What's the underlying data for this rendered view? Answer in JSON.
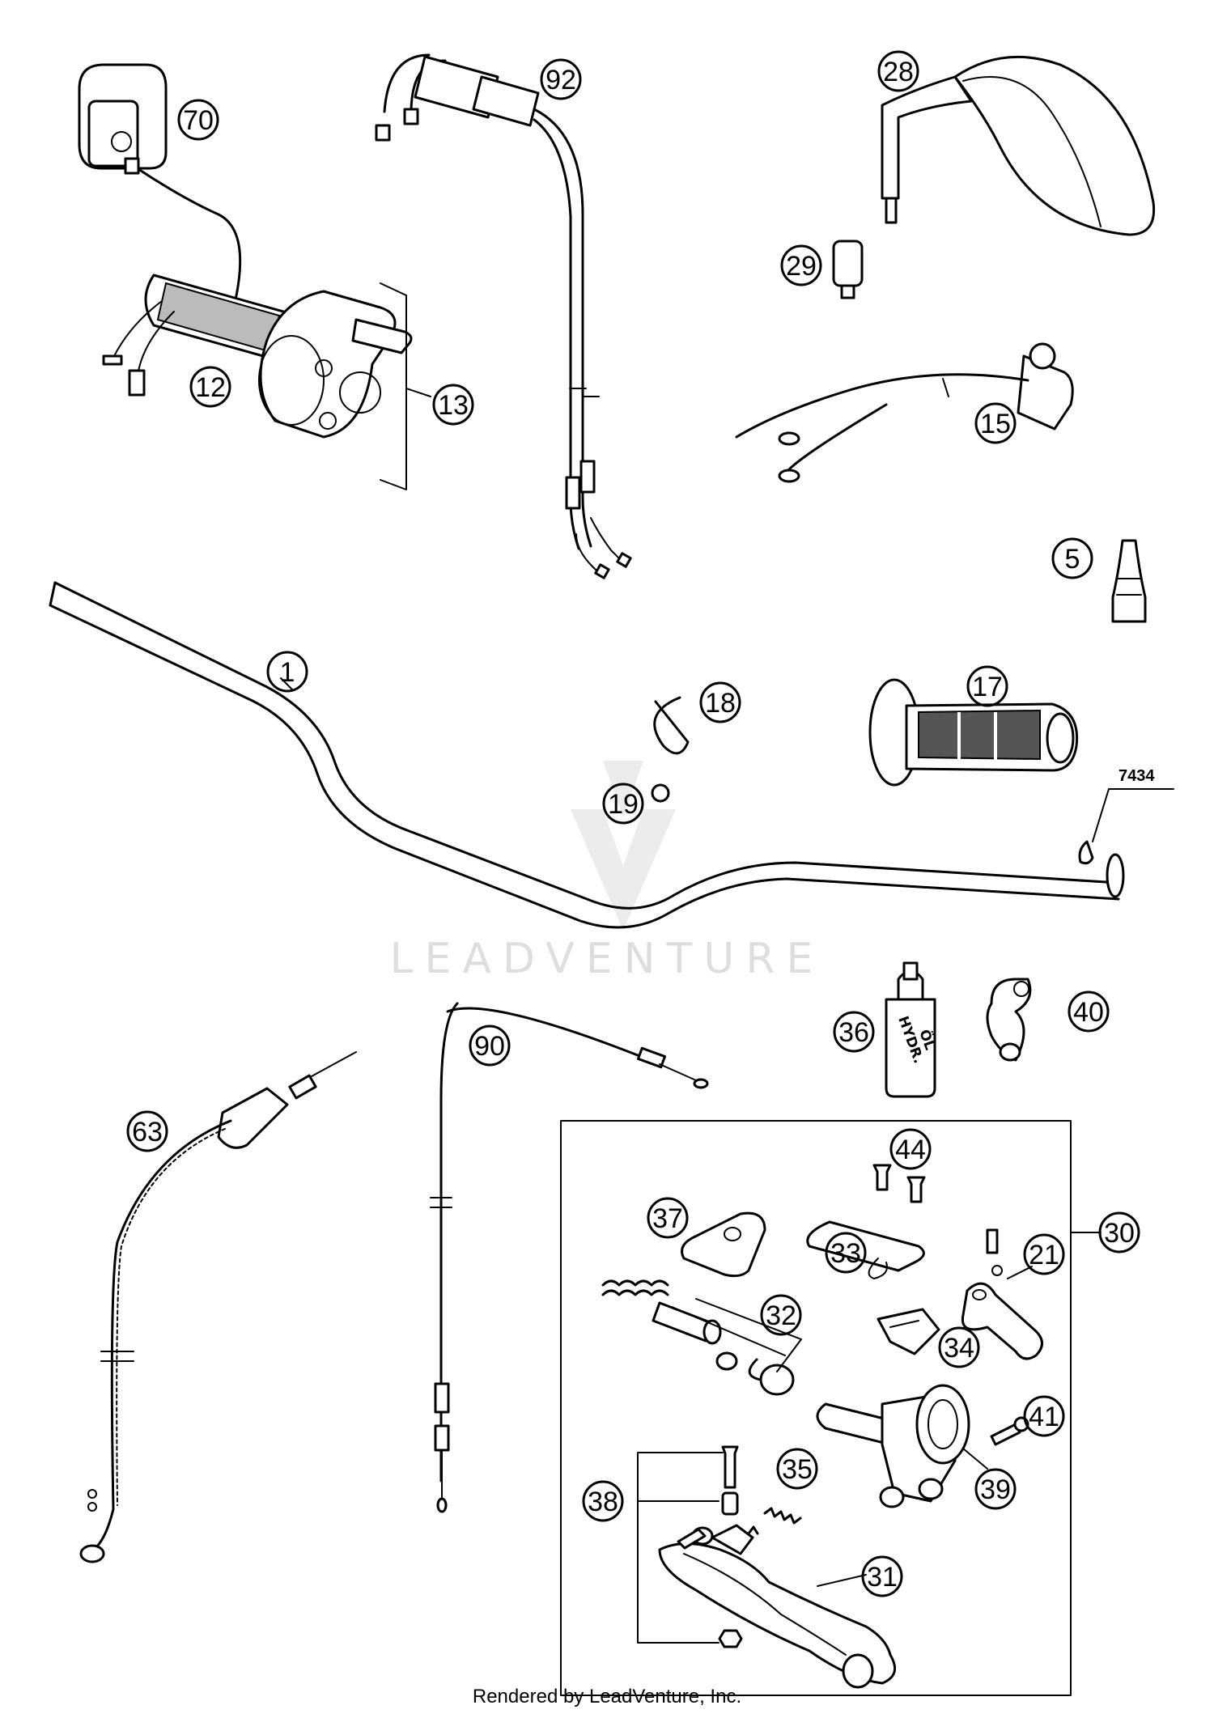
{
  "watermark": "LEADVENTURE",
  "footer": "Rendered by LeadVenture, Inc.",
  "ref_code": "7434",
  "oil_label_1": "HYDR.",
  "oil_label_2": "ÖL",
  "callouts": {
    "c70": "70",
    "c92": "92",
    "c28": "28",
    "c29": "29",
    "c15": "15",
    "c12": "12",
    "c13": "13",
    "c5": "5",
    "c1": "1",
    "c18": "18",
    "c17": "17",
    "c19": "19",
    "c36": "36",
    "c40": "40",
    "c90": "90",
    "c63": "63",
    "c44": "44",
    "c30": "30",
    "c37": "37",
    "c33": "33",
    "c21": "21",
    "c32": "32",
    "c34": "34",
    "c41": "41",
    "c39": "39",
    "c35": "35",
    "c38": "38",
    "c31": "31"
  }
}
